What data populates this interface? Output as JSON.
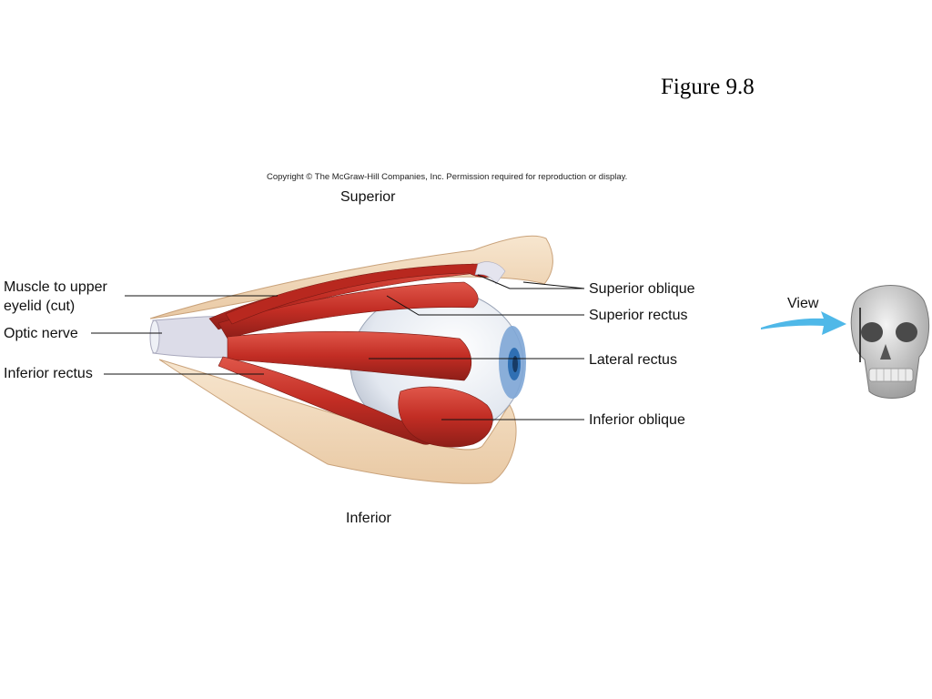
{
  "figure": {
    "title": "Figure 9.8"
  },
  "copyright": "Copyright © The McGraw-Hill Companies, Inc. Permission required for reproduction or display.",
  "orientation": {
    "superior": "Superior",
    "inferior": "Inferior"
  },
  "labels": {
    "muscle_upper_eyelid_line1": "Muscle to upper",
    "muscle_upper_eyelid_line2": "eyelid (cut)",
    "optic_nerve": "Optic nerve",
    "inferior_rectus": "Inferior rectus",
    "superior_oblique": "Superior oblique",
    "superior_rectus": "Superior rectus",
    "lateral_rectus": "Lateral rectus",
    "inferior_oblique": "Inferior oblique"
  },
  "inset": {
    "view_label": "View"
  },
  "colors": {
    "bone": "#f3dcc0",
    "muscle": "#c8322a",
    "muscle_dark": "#8e1e18",
    "eyeball": "#e8ecf3",
    "iris": "#2f6fb3",
    "arrow": "#4fb8e8",
    "skull": "#d8d8d8"
  }
}
